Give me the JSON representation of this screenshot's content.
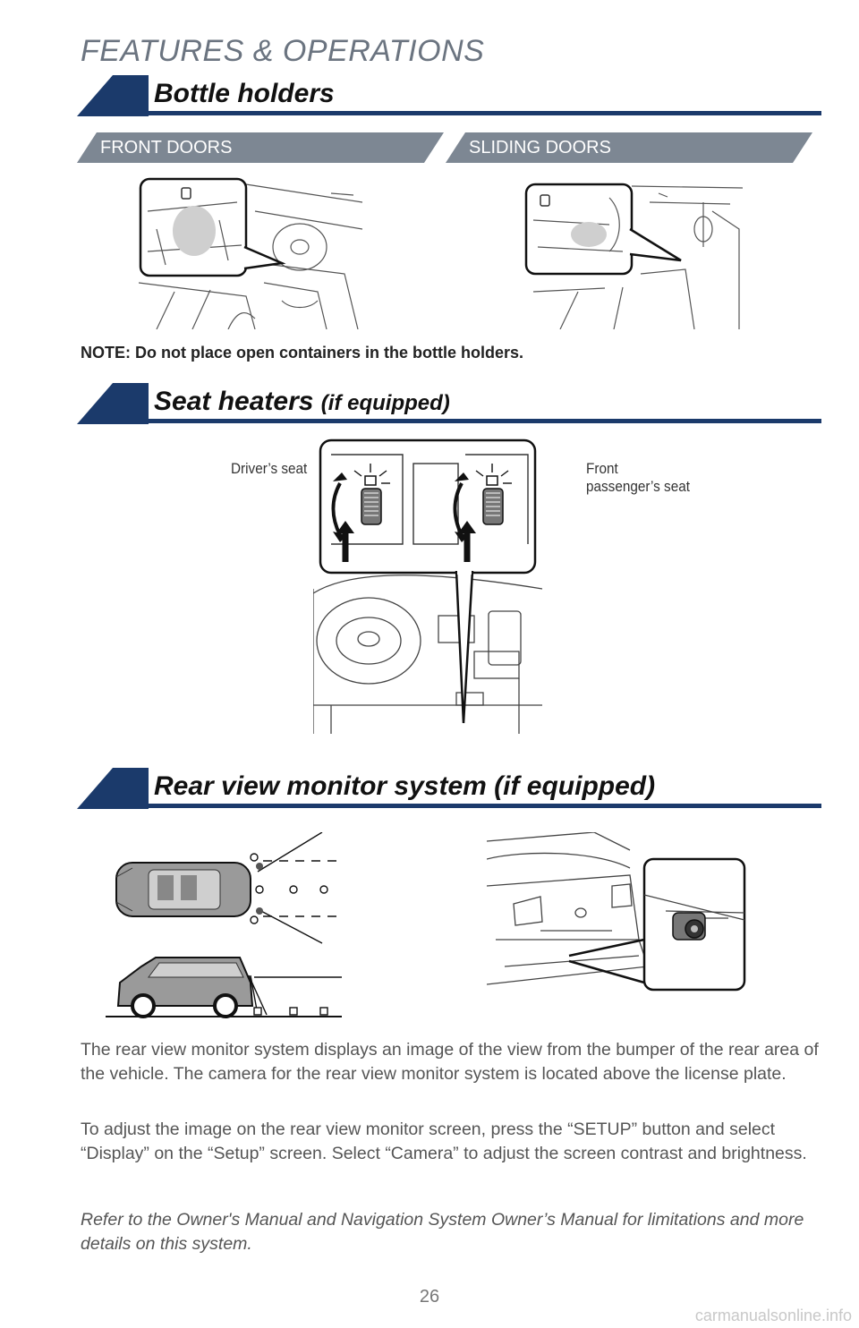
{
  "chapter_title": "FEATURES & OPERATIONS",
  "sections": {
    "bottle_holders": {
      "title": "Bottle holders",
      "tabs": {
        "front": "FRONT DOORS",
        "sliding": "SLIDING DOORS"
      },
      "note": "NOTE: Do not place open containers in the bottle holders."
    },
    "seat_heaters": {
      "title": "Seat heaters",
      "qualifier": "(if equipped)",
      "callouts": {
        "driver": "Driver’s seat",
        "passenger_line1": "Front",
        "passenger_line2": "passenger’s seat"
      }
    },
    "rear_view": {
      "title": "Rear view monitor system (if equipped)",
      "paragraph1": "The rear view monitor system displays an image of the view from the bumper of the rear area of the vehicle. The camera for the rear view monitor system is located above the license plate.",
      "paragraph2": "To adjust the image on the rear view monitor screen, press the “SETUP” button and select “Display” on the “Setup” screen.  Select “Camera” to adjust the screen contrast and brightness.",
      "reference": "Refer to the Owner's Manual and Navigation System Owner’s Manual for limitations and more details on this system."
    }
  },
  "page_number": "26",
  "watermark": "carmanualsonline.info",
  "colors": {
    "accent": "#1b3a6b",
    "tab_gray": "#7d8793",
    "heading_gray": "#6b7480"
  }
}
